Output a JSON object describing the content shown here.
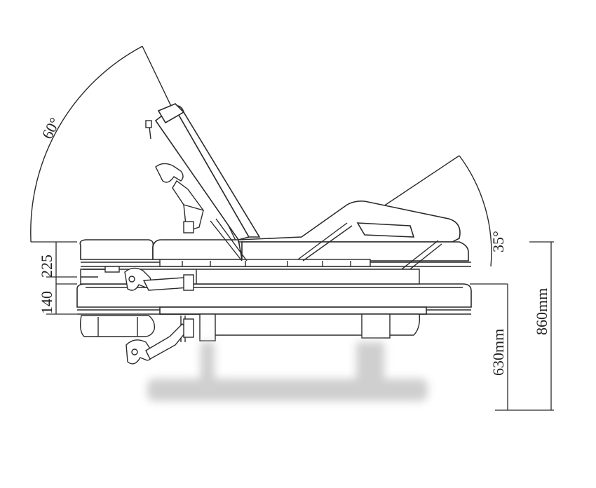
{
  "labels": {
    "back_angle": "60°",
    "leg_angle": "35°",
    "top_section_height": "225",
    "bottom_section_height": "140",
    "min_height": "630mm",
    "max_height": "860mm"
  },
  "colors": {
    "line": "#2a2a2a",
    "blur": "#cfcfcf",
    "background": "#ffffff"
  }
}
